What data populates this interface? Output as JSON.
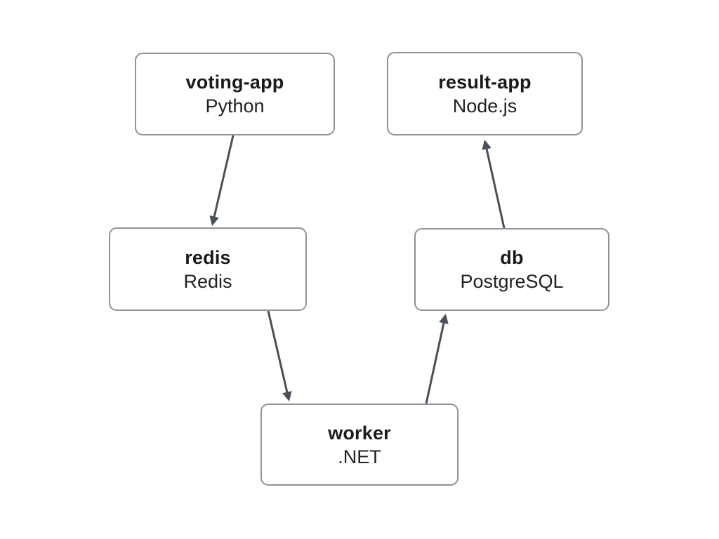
{
  "diagram": {
    "nodes": [
      {
        "id": "voting-app",
        "name": "voting-app",
        "tech": "Python"
      },
      {
        "id": "result-app",
        "name": "result-app",
        "tech": "Node.js"
      },
      {
        "id": "redis",
        "name": "redis",
        "tech": "Redis"
      },
      {
        "id": "db",
        "name": "db",
        "tech": "PostgreSQL"
      },
      {
        "id": "worker",
        "name": "worker",
        "tech": ".NET"
      }
    ],
    "edges": [
      {
        "from": "voting-app",
        "to": "redis"
      },
      {
        "from": "redis",
        "to": "worker"
      },
      {
        "from": "worker",
        "to": "db"
      },
      {
        "from": "db",
        "to": "result-app"
      }
    ],
    "colors": {
      "background": "#ffffff",
      "node_fill": "#ffffff",
      "node_border": "#8e9399",
      "arrow": "#4a5058",
      "text": "#1a1a1a"
    }
  }
}
